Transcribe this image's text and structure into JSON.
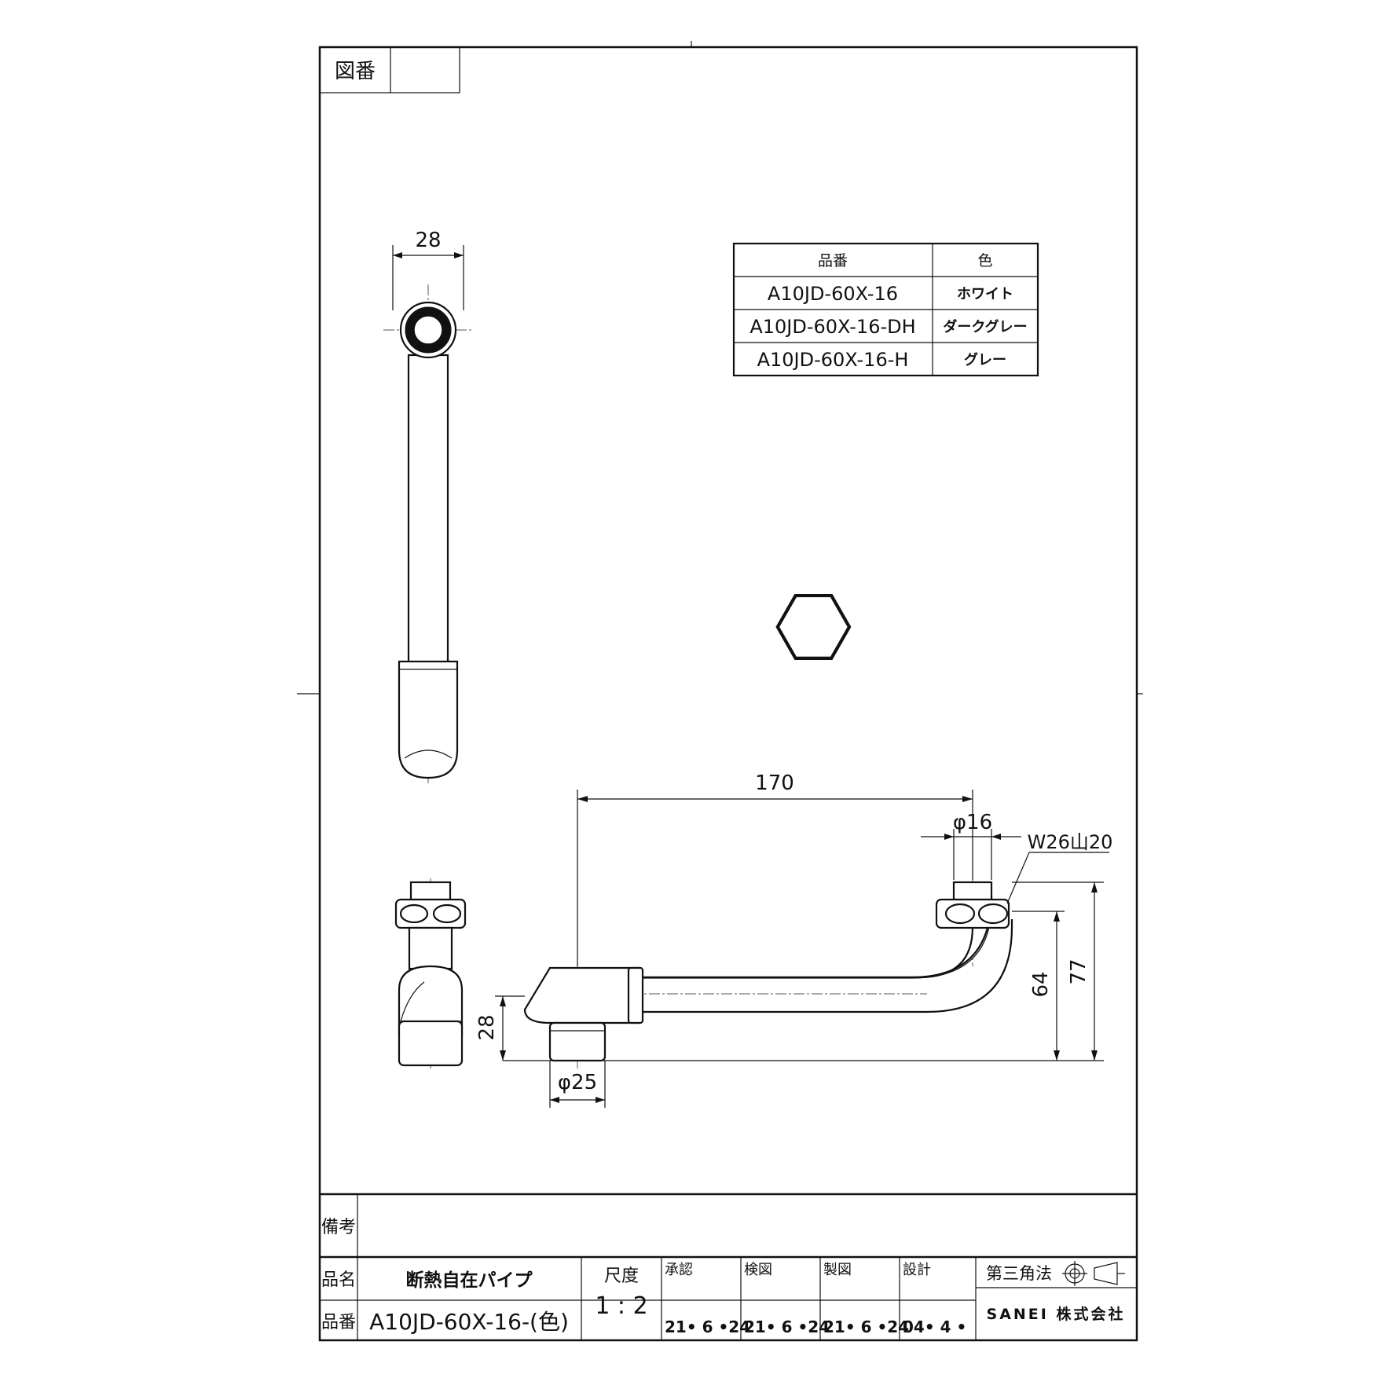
{
  "frame": {
    "drawing_number_label": "図番",
    "drawing_number_value": ""
  },
  "spec_table": {
    "headers": [
      "品番",
      "色"
    ],
    "rows": [
      {
        "part_no": "A10JD-60X-16",
        "color": "ホワイト"
      },
      {
        "part_no": "A10JD-60X-16-DH",
        "color": "ダークグレー"
      },
      {
        "part_no": "A10JD-60X-16-H",
        "color": "グレー"
      }
    ]
  },
  "dimensions": {
    "top_width": "28",
    "length": "170",
    "pipe_diameter": "φ16",
    "thread": "W26山20",
    "height_inner": "64",
    "height_outer": "77",
    "base_height": "28",
    "base_diameter": "φ25"
  },
  "title_block": {
    "remarks_label": "備考",
    "remarks_value": "",
    "name_label": "品名",
    "name_value": "断熱自在パイプ",
    "number_label": "品番",
    "number_value": "A10JD-60X-16-(色)",
    "scale_label": "尺度",
    "scale_value": "1 : 2",
    "approval_label": "承認",
    "approval_date": "21• 6 •24",
    "check_label": "検図",
    "check_date": "21• 6 •24",
    "draft_label": "製図",
    "draft_date": "21• 6 •24",
    "design_label": "設計",
    "design_date": "04• 4 •",
    "projection_label": "第三角法",
    "company": "SANEI 株式会社"
  }
}
